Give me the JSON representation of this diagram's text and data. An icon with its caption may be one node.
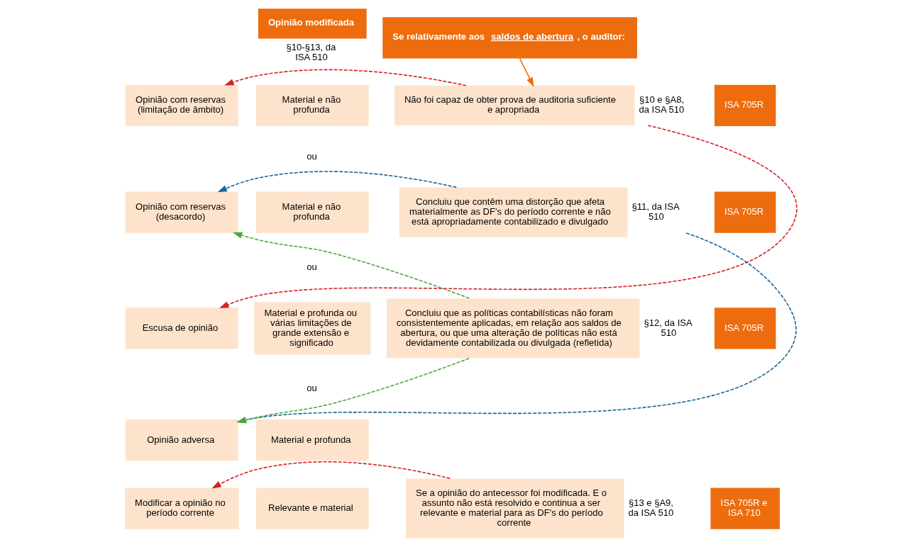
{
  "diagram": {
    "nodes": [
      {
        "text": [
          "Opinião modificada"
        ],
        "beside": [
          "§10-§13, da ISA 510"
        ]
      },
      {
        "text": [
          "Se relativamente aos **saldos de abertura**, o auditor:"
        ]
      },
      {
        "text": [
          "Opinião com reservas (limitação de âmbito)"
        ]
      },
      {
        "text": [
          "Opinião com reservas (desacordo)"
        ]
      },
      {
        "text": [
          "Escusa de opinião"
        ]
      },
      {
        "text": [
          "Opinião adversa"
        ]
      },
      {
        "text": [
          "Modificar a opinião no período corrente"
        ]
      },
      {
        "text": [
          "Material e não profunda"
        ]
      },
      {
        "text": [
          "Material e não profunda"
        ]
      },
      {
        "text": [
          "Material e profunda ou várias limitações de grande extensão e significado"
        ]
      },
      {
        "text": [
          "Material e profunda"
        ]
      },
      {
        "text": [
          "Relevante e material"
        ]
      },
      {
        "text": [
          "Não foi capaz de obter prova de auditoria suficiente e apropriada"
        ],
        "beside": [
          "§10 e §A8, da ISA 510"
        ]
      },
      {
        "text": [
          "Concluiu que contêm uma distorção que afeta materialmente as DF's do período corrente e não está apropriadamente contabilizado e divulgado"
        ],
        "beside": [
          "§11, da ISA 510"
        ]
      },
      {
        "text": [
          "Concluiu que as políticas contabilísticas não foram consistentemente aplicadas, em relação aos saldos de abertura, ou que uma alteração de políticas não está devidamente contabilizada ou divulgada (refletida)"
        ],
        "beside": [
          "§12, da ISA 510"
        ]
      },
      {
        "text": [
          "Se a opinião do antecessor foi modificada. E o assunto não está resolvido e continua a ser relevante e material para as DF's do período corrente"
        ],
        "beside": [
          "§13 e §A9, da ISA 510"
        ]
      },
      {
        "text": [
          "ISA 705R"
        ]
      },
      {
        "text": [
          "ISA 705R"
        ]
      },
      {
        "text": [
          "ISA 705R"
        ]
      },
      {
        "text": [
          "ISA 705R e ISA 710"
        ]
      }
    ],
    "edges": [
      {
        "from": 1,
        "to": 12,
        "arrow": "to",
        "color": "#ec6c0e"
      },
      {
        "from": 12,
        "to": 2,
        "arrow": "to",
        "style": "dashed",
        "color": "#d42027"
      },
      {
        "from": 12,
        "to": 4,
        "arrow": "to",
        "style": "dashed",
        "color": "#d42027"
      },
      {
        "from": 13,
        "to": 3,
        "arrow": "to",
        "style": "dashed",
        "color": "#1a6496"
      },
      {
        "from": 13,
        "to": 5,
        "arrow": "to",
        "style": "dashed",
        "color": "#1a6496"
      },
      {
        "from": 14,
        "to": 3,
        "arrow": "to",
        "style": "dashed",
        "color": "#4aa83a"
      },
      {
        "from": 14,
        "to": 5,
        "arrow": "to",
        "style": "dashed",
        "color": "#4aa83a"
      },
      {
        "from": 15,
        "to": 6,
        "arrow": "to",
        "style": "dashed",
        "color": "#d42027"
      }
    ],
    "labels": [
      "ou",
      "ou",
      "ou"
    ]
  }
}
